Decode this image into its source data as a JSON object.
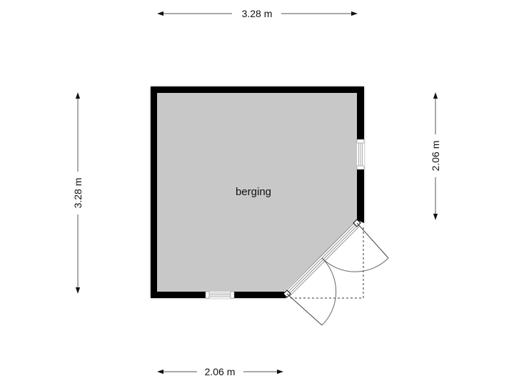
{
  "floorplan": {
    "room": {
      "name": "berging",
      "fill_color": "#c8c8c8",
      "wall_color": "#000000"
    },
    "dimensions": {
      "top": "3.28 m",
      "left": "3.28 m",
      "right": "2.06 m",
      "bottom": "2.06 m"
    },
    "elements": {
      "windows": [
        "bottom-wall-window",
        "right-wall-window"
      ],
      "doors": [
        "diagonal-double-door"
      ]
    },
    "colors": {
      "dimension_line": "#555555",
      "arrow": "#111111",
      "door_line": "#444444",
      "dashed_line": "#333333"
    }
  }
}
